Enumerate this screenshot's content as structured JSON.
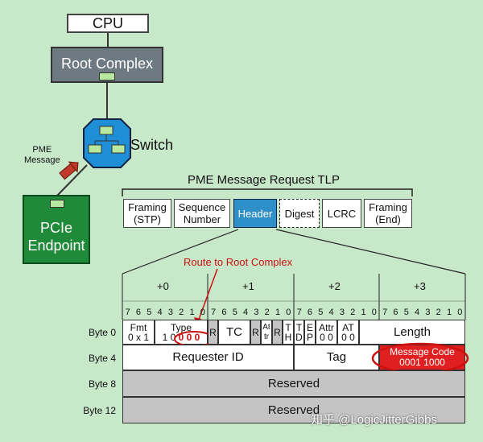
{
  "cpu_label": "CPU",
  "root_complex_label": "Root Complex",
  "switch_label": "Switch",
  "pme_label": [
    "PME",
    "Message"
  ],
  "endpoint_label": [
    "PCIe",
    "Endpoint"
  ],
  "tlp_title": "PME Message Request TLP",
  "tlp_fields": [
    "Framing (STP)",
    "Sequence Number",
    "Header",
    "Digest",
    "LCRC",
    "Framing (End)"
  ],
  "tlp_field_lines": [
    [
      "Framing",
      "(STP)"
    ],
    [
      "Sequence",
      "Number"
    ],
    [
      "Header"
    ],
    [
      "Digest"
    ],
    [
      "LCRC"
    ],
    [
      "Framing",
      "(End)"
    ]
  ],
  "route_note": "Route to Root Complex",
  "byte_columns": [
    "+0",
    "+1",
    "+2",
    "+3"
  ],
  "bit_labels": [
    "7",
    "6",
    "5",
    "4",
    "3",
    "2",
    "1",
    "0"
  ],
  "row_labels": [
    "Byte 0",
    "Byte 4",
    "Byte 8",
    "Byte 12"
  ],
  "byte0": {
    "fmt_label": "Fmt",
    "fmt_value": "0 x 1",
    "type_label": "Type",
    "type_value_black": "1 0",
    "type_value_red": "0 0 0",
    "r": "R",
    "tc": "TC",
    "attr_short": [
      "At",
      "tr"
    ],
    "th": [
      "T",
      "H"
    ],
    "td": [
      "T",
      "D"
    ],
    "ep": [
      "E",
      "P"
    ],
    "attr": [
      "Attr",
      "0 0"
    ],
    "at": [
      "AT",
      "0 0"
    ],
    "length": "Length"
  },
  "byte4": {
    "requester_id": "Requester ID",
    "tag": "Tag",
    "message_code_label": "Message Code",
    "message_code_value": "0001 1000"
  },
  "byte8": "Reserved",
  "byte12": "Reserved",
  "watermark": "知乎 @LogicJitterGibbs",
  "colors": {
    "background": "#c7e8c9",
    "header_field": "#2f90c9",
    "message_code": "#e02020",
    "annotation": "#c11111",
    "endpoint": "#1f8a39",
    "root_complex": "#6e7a82"
  }
}
